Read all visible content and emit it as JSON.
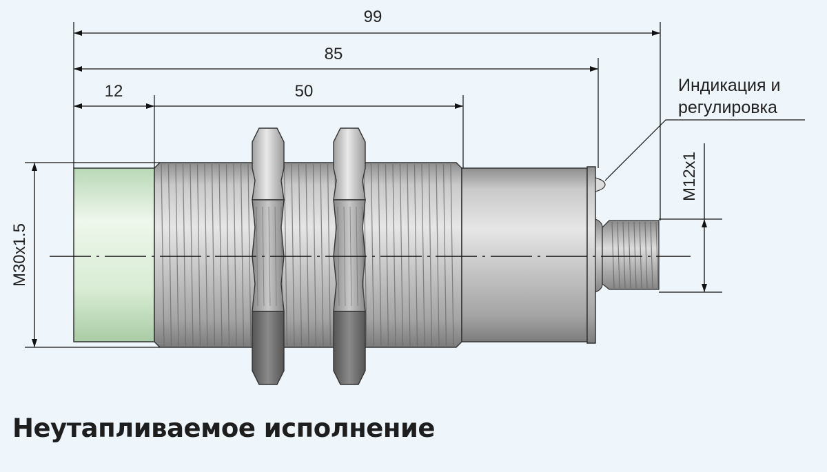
{
  "caption": "Неутапливаемое исполнение",
  "dimensions": {
    "overall_length": "99",
    "body_length": "85",
    "sensing_face_length": "12",
    "thread_length": "50",
    "body_thread": "M30x1.5",
    "connector_thread": "M12x1"
  },
  "annotation": {
    "line1": "Индикация и",
    "line2": "регулировка"
  },
  "colors": {
    "background": "#eef5fb",
    "sensing_face": "#d8ecd4",
    "body_metal": "#b8b8b8",
    "nut_metal": "#9a9a9a",
    "line": "#111111"
  }
}
